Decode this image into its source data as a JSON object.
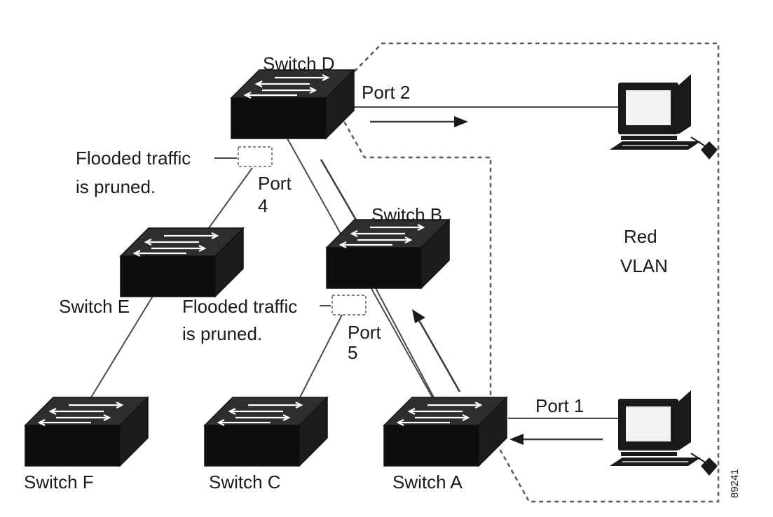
{
  "switches": {
    "d": "Switch D",
    "b": "Switch B",
    "e": "Switch E",
    "f": "Switch F",
    "c": "Switch C",
    "a": "Switch A"
  },
  "ports": {
    "port2": "Port 2",
    "port4_line1": "Port",
    "port4_line2": "4",
    "port5_line1": "Port",
    "port5_line2": "5",
    "port1": "Port 1"
  },
  "notes": {
    "pruned_d_line1": "Flooded traffic",
    "pruned_d_line2": "is pruned.",
    "pruned_b_line1": "Flooded traffic",
    "pruned_b_line2": "is pruned."
  },
  "vlan": {
    "line1": "Red",
    "line2": "VLAN"
  },
  "figure_id": "89241"
}
